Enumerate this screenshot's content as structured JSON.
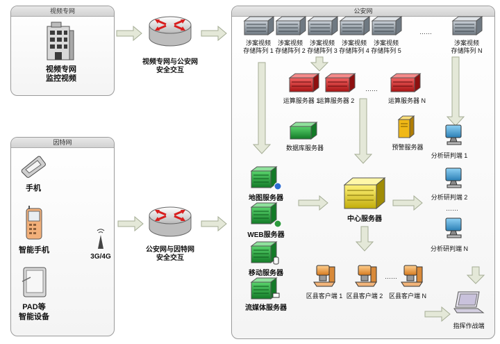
{
  "panels": {
    "video_net": "视频专网",
    "police_net": "公安网",
    "internet": "因特网"
  },
  "video_net": {
    "monitor_label_1": "视频专网",
    "monitor_label_2": "监控视频"
  },
  "gateways": {
    "video_police_1": "视频专网与公安网",
    "video_police_2": "安全交互",
    "police_internet_1": "公安网与因特网",
    "police_internet_2": "安全交互"
  },
  "devices": {
    "phone": "手机",
    "smartphone": "智能手机",
    "pad_1": "PAD等",
    "pad_2": "智能设备",
    "network": "3G/4G"
  },
  "storage": {
    "items": [
      {
        "l1": "涉案视频",
        "l2": "存储阵列 1"
      },
      {
        "l1": "涉案视频",
        "l2": "存储阵列 2"
      },
      {
        "l1": "涉案视频",
        "l2": "存储阵列 3"
      },
      {
        "l1": "涉案视频",
        "l2": "存储阵列 4"
      },
      {
        "l1": "涉案视频",
        "l2": "存储阵列 5"
      },
      {
        "l1": "涉案视频",
        "l2": "存储阵列 N"
      }
    ],
    "ellipsis": "……"
  },
  "compute": {
    "items": [
      "运算服务器 1",
      "运算服务器 2",
      "运算服务器 N"
    ],
    "ellipsis": "……"
  },
  "servers": {
    "database": "数据库服务器",
    "alert": "预警服务器",
    "map": "地图服务器",
    "web": "WEB服务器",
    "mobile": "移动服务器",
    "streaming": "流媒体服务器",
    "center": "中心服务器"
  },
  "analysis": {
    "items": [
      "分析研判端 1",
      "分析研判端 2",
      "分析研判端 N"
    ],
    "ellipsis": "……"
  },
  "clients": {
    "items": [
      "区县客户端 1",
      "区县客户端 2",
      "区县客户端 N"
    ],
    "ellipsis": "……"
  },
  "command": "指挥作战端",
  "colors": {
    "storage": "#9aa4ad",
    "compute": "#d42a2a",
    "green_server": "#1fa33a",
    "center_server": "#e6d21a",
    "alert_server": "#f0b816",
    "arrow": "#e4e8d8",
    "arrow_stroke": "#a5ad95",
    "router": "#ececec",
    "router_arrow": "#d81e1e",
    "monitor": "#4aa5d6",
    "client": "#f2a04a"
  }
}
